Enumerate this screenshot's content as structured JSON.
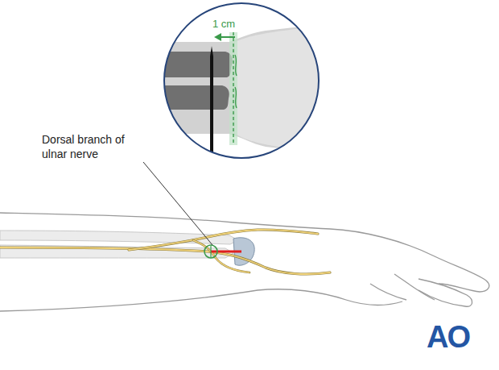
{
  "diagram": {
    "labels": [
      "1 cm",
      "Dorsal branch of ulnar nerve",
      "AO"
    ]
  }
}
